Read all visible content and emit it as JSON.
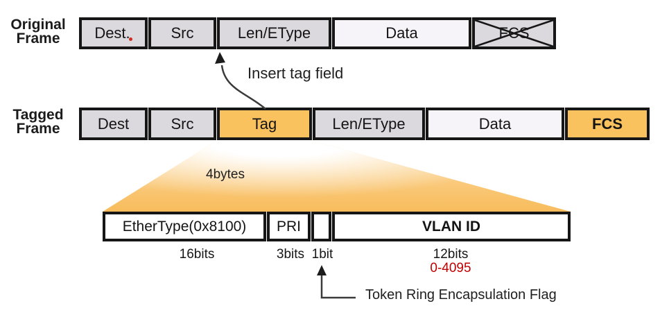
{
  "colors": {
    "field_gray": "#DBD9DE",
    "data_lavender": "#F6F3F9",
    "tag_orange": "#F9C25F",
    "funnel_orange": "#F8BC5C",
    "red_accent": "#C00000",
    "border_black": "#161616"
  },
  "original_frame": {
    "label_line1": "Original",
    "label_line2": "Frame",
    "fields": [
      {
        "label": "Dest."
      },
      {
        "label": "Src"
      },
      {
        "label": "Len/EType"
      },
      {
        "label": "Data"
      },
      {
        "label": "FCS",
        "crossed_out": true
      }
    ]
  },
  "insert_annotation": "Insert tag field",
  "tagged_frame": {
    "label_line1": "Tagged",
    "label_line2": "Frame",
    "fields": [
      {
        "label": "Dest"
      },
      {
        "label": "Src"
      },
      {
        "label": "Tag"
      },
      {
        "label": "Len/EType"
      },
      {
        "label": "Data"
      },
      {
        "label": "FCS"
      }
    ]
  },
  "tag_expansion": {
    "size_label": "4bytes",
    "fields": [
      {
        "label": "EtherType(0x8100)",
        "bits": "16bits"
      },
      {
        "label": "PRI",
        "bits": "3bits"
      },
      {
        "label": "",
        "bits": "1bit"
      },
      {
        "label": "VLAN ID",
        "bits": "12bits",
        "range": "0-4095"
      }
    ],
    "flag_annotation": "Token Ring Encapsulation Flag"
  }
}
